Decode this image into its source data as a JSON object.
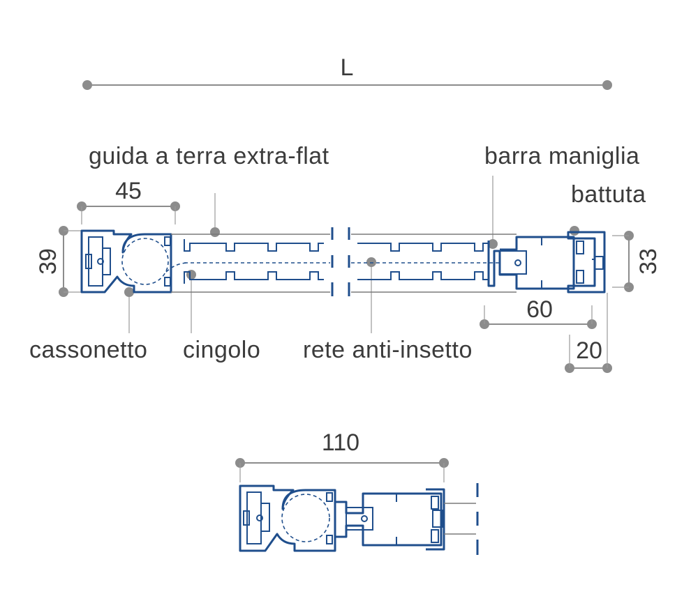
{
  "labels": {
    "length": "L",
    "guida": "guida a terra extra-flat",
    "barra": "barra maniglia",
    "battuta": "battuta",
    "cassonetto": "cassonetto",
    "cingolo": "cingolo",
    "rete": "rete anti-insetto"
  },
  "dimensions": {
    "d45": "45",
    "d39": "39",
    "d33": "33",
    "d60": "60",
    "d20": "20",
    "d110": "110"
  },
  "colors": {
    "profile": "#1f4e8c",
    "dimension": "#8c8c8c",
    "text": "#3b3b3b"
  }
}
